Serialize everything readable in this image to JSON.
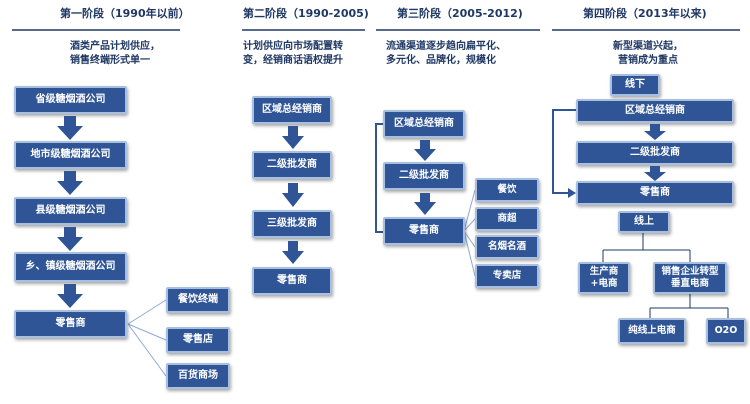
{
  "stages": [
    {
      "title": "第一阶段（1990年以前）",
      "desc": [
        "酒类产品计划供应，",
        "销售终端形式单一"
      ],
      "chain": [
        "省级糖烟酒公司",
        "地市级糖烟酒公司",
        "县级糖烟酒公司",
        "乡、镇级糖烟酒公司",
        "零售商"
      ],
      "branches": [
        "餐饮终端",
        "零售店",
        "百货商场"
      ]
    },
    {
      "title": "第二阶段（1990-2005)",
      "desc": [
        "计划供应向市场配置转",
        "变，经销商话语权提升"
      ],
      "chain": [
        "区域总经销商",
        "二级批发商",
        "三级批发商",
        "零售商"
      ]
    },
    {
      "title": "第三阶段（2005-2012)",
      "desc": [
        "流通渠道逐步趋向扁平化、",
        "多元化、品牌化，规模化"
      ],
      "chain": [
        "区域总经销商",
        "二级批发商",
        "零售商"
      ],
      "branches": [
        "餐饮",
        "商超",
        "名烟名酒",
        "专卖店"
      ]
    },
    {
      "title": "第四阶段（2013年以来)",
      "desc": [
        "新型渠道兴起，",
        "营销成为重点"
      ],
      "offline": "线下",
      "chain": [
        "区域总经销商",
        "二级批发商",
        "零售商"
      ],
      "online": "线上",
      "online_children": [
        "生产商+电商",
        "销售企业转型垂直电商"
      ],
      "grandchildren": [
        "纯线上电商",
        "O2O"
      ]
    }
  ],
  "colors": {
    "box": "#2f5597",
    "box_border": "#a9bfe0",
    "text_dark": "#1f3864",
    "arrow": "#2f5597"
  }
}
